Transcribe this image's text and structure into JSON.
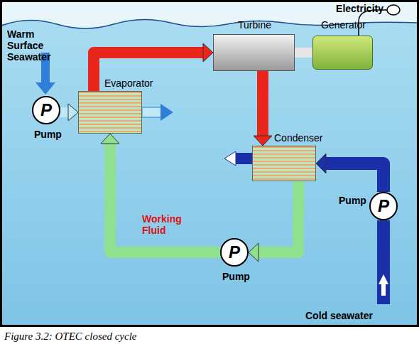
{
  "diagram": {
    "caption": "Figure 3.2: OTEC closed cycle",
    "nodes": [
      {
        "text": [
          "Turbine"
        ]
      },
      {
        "text": [
          "Generator"
        ]
      },
      {
        "text": [
          "Evaporator"
        ]
      },
      {
        "text": [
          "Condenser"
        ]
      },
      {
        "text": [
          "P",
          "Pump"
        ]
      },
      {
        "text": [
          "P",
          "Pump"
        ]
      },
      {
        "text": [
          "P",
          "Pump"
        ]
      }
    ],
    "edges": [
      {
        "from": 2,
        "to": 0,
        "arrow": "to"
      },
      {
        "from": 0,
        "to": 3,
        "arrow": "to"
      },
      {
        "from": 3,
        "to": 5,
        "arrow": "to"
      },
      {
        "from": 5,
        "to": 2,
        "arrow": "to"
      },
      {
        "from": 4,
        "to": 2,
        "arrow": "to"
      },
      {
        "from": 6,
        "to": 3,
        "arrow": "to"
      },
      {
        "from": 0,
        "to": 1,
        "arrow": "none"
      }
    ],
    "labels": [
      "Electricity",
      "Warm Surface Seawater",
      "Working Fluid",
      "Cold seawater"
    ]
  }
}
